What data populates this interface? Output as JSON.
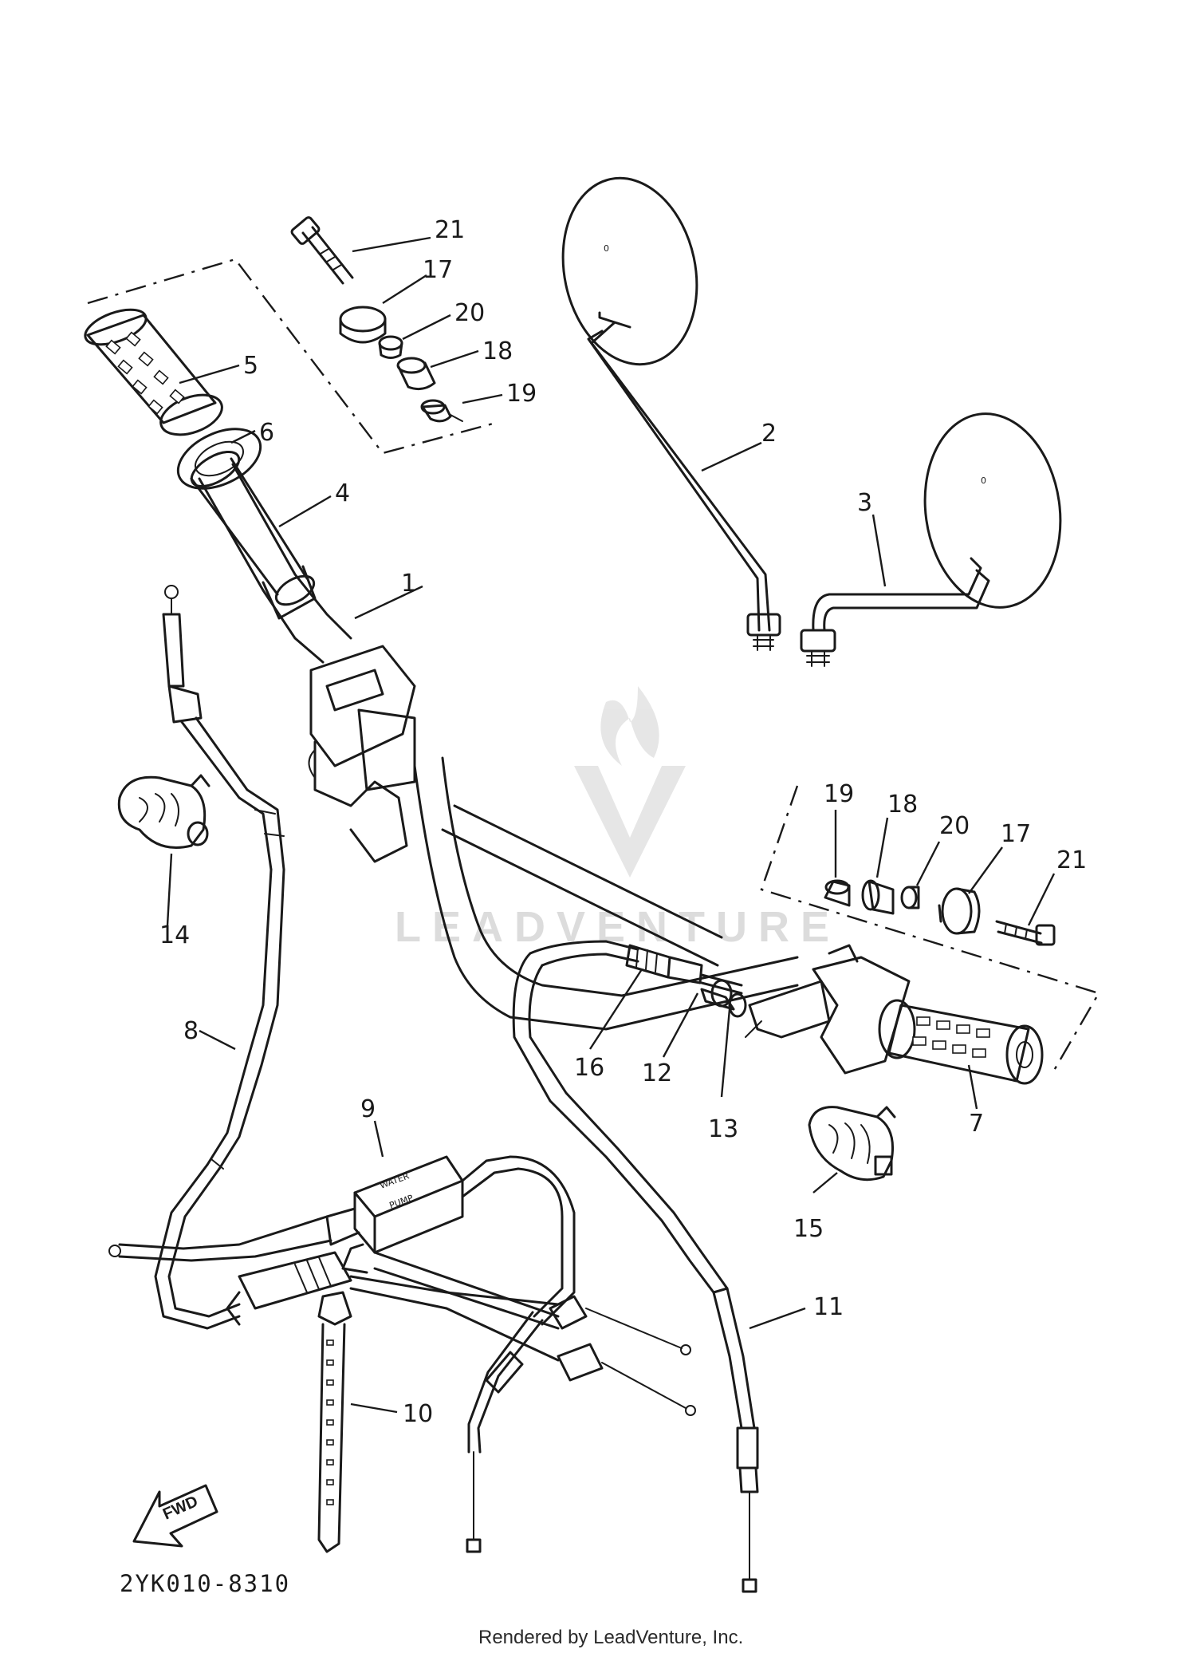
{
  "diagram_code": "2YK010-8310",
  "credit": "Rendered by LeadVenture, Inc.",
  "watermark": "LEADVENTURE",
  "fwd_label": "FWD",
  "pump_label_1": "WATER",
  "pump_label_2": "PUMP",
  "callouts": {
    "c1": "1",
    "c2": "2",
    "c3": "3",
    "c4": "4",
    "c5": "5",
    "c6": "6",
    "c7": "7",
    "c8": "8",
    "c9": "9",
    "c10": "10",
    "c11": "11",
    "c12": "12",
    "c13": "13",
    "c14": "14",
    "c15": "15",
    "c16": "16",
    "c17a": "17",
    "c18a": "18",
    "c19a": "19",
    "c20a": "20",
    "c21a": "21",
    "c17b": "17",
    "c18b": "18",
    "c19b": "19",
    "c20b": "20",
    "c21b": "21"
  },
  "colors": {
    "line": "#1a1a1a",
    "watermark": "#d9d9d9",
    "background": "#ffffff"
  }
}
